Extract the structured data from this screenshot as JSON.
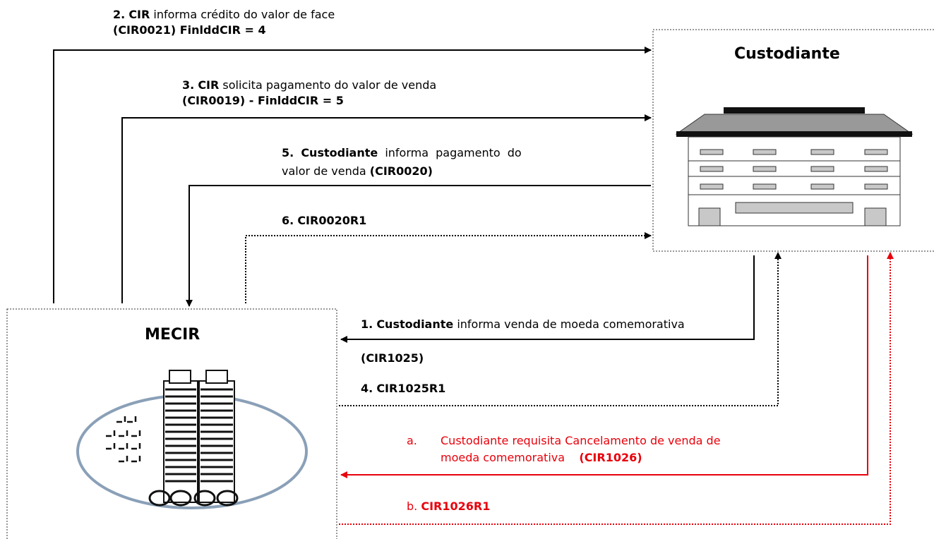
{
  "entities": {
    "custodiante": {
      "title": "Custodiante",
      "icon": "building-icon"
    },
    "mecir": {
      "title": "MECIR",
      "icon": "central-bank-logo-icon"
    }
  },
  "messages": [
    {
      "step": "1.",
      "actor": "Custodiante",
      "text": "informa venda de moeda comemorativa",
      "code": "(CIR1025)",
      "direction": "custodiante-to-mecir"
    },
    {
      "step": "2.",
      "actor": "CIR",
      "text": "informa crédito do valor de face",
      "code": "(CIR0021) FinlddCIR = 4",
      "direction": "mecir-to-custodiante"
    },
    {
      "step": "3.",
      "actor": "CIR",
      "text": "solicita pagamento do valor de venda",
      "code": "(CIR0019) - FinlddCIR = 5",
      "direction": "mecir-to-custodiante"
    },
    {
      "step": "4.",
      "code": "CIR1025R1",
      "direction": "mecir-to-custodiante"
    },
    {
      "step": "5.",
      "actor": "Custodiante",
      "text": "informa pagamento do",
      "text2": "valor de venda",
      "code": "(CIR0020)",
      "direction": "custodiante-to-mecir"
    },
    {
      "step": "6.",
      "code": "CIR0020R1",
      "direction": "mecir-to-custodiante"
    },
    {
      "step": "a.",
      "text": "Custodiante requisita Cancelamento de venda de",
      "text2": "moeda comemorativa",
      "code": "(CIR1026)",
      "direction": "custodiante-to-mecir",
      "color": "#e8000b"
    },
    {
      "step": "b.",
      "code": "CIR1026R1",
      "direction": "mecir-to-custodiante",
      "color": "#e8000b"
    }
  ],
  "colors": {
    "line": "#000000",
    "cancel": "#e8000b",
    "logo_ellipse": "#8aa0b8"
  }
}
